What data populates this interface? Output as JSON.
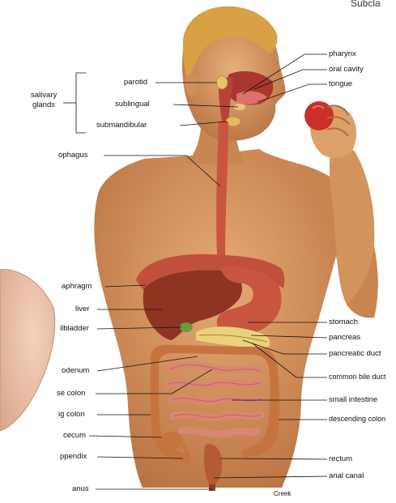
{
  "corner_text": "Subcla",
  "group_label": [
    "salivary",
    "glands"
  ],
  "labels": {
    "parotid": "parotid",
    "sublingual": "sublingual",
    "submandibular": "submandibular",
    "esophagus": "ophagus",
    "diaphragm": "aphragm",
    "liver": "liver",
    "gallbladder": "ilbladder",
    "duodenum": "odenum",
    "transverse_colon": "se colon",
    "ascending_colon": "ig colon",
    "cecum": "cecum",
    "appendix": "ppendix",
    "anus": "anus",
    "pharynx": "pharynx",
    "oral_cavity": "oral cavity",
    "tongue": "tongue",
    "stomach": "stomach",
    "pancreas": "pancreas",
    "pancreatic_duct": "pancreatic duct",
    "common_bile_duct": "common bile duct",
    "small_intestine": "small intestine",
    "descending_colon": "descending colon",
    "rectum": "rectum",
    "anal_canal": "anal canal"
  },
  "signature": "Creek",
  "colors": {
    "skin": "#d99a62",
    "skin_shadow": "#b46d3c",
    "hair": "#d9a045",
    "liver": "#8f3322",
    "stomach": "#c8553e",
    "intestine": "#d98672",
    "colon": "#c6743f",
    "pancreas": "#e8d37a",
    "apple": "#c9302a"
  }
}
